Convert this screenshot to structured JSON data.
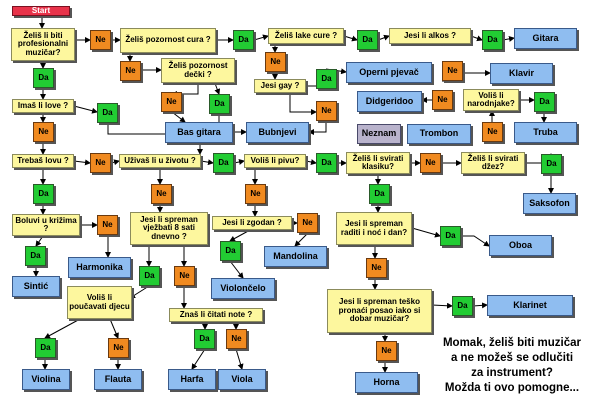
{
  "start": "Start",
  "q": {
    "profesionalni": "Želiš li biti profesionalni muzičar?",
    "pozornost_cura": "Želiš pozornost cura ?",
    "lake_cure": "Želiš lake cure ?",
    "alkos": "Jesi li alkos ?",
    "pozornost_decki": "Želiš pozornost dečki ?",
    "gay": "Jesi gay ?",
    "narodnjake": "Voliš li narodnjake?",
    "love": "Imaš li love ?",
    "lovu": "Trebaš lovu ?",
    "uzivas": "Uživaš li u životu ?",
    "pivu": "Voliš li pivu?",
    "klasiku": "Želiš li svirati klasiku?",
    "dzez": "Želiš li svirati džez?",
    "krizima": "Boluvi u križima ?",
    "vjezbati": "Jesi li spreman vježbati 8 sati dnevno ?",
    "zgodan": "Jesi li zgodan ?",
    "raditi": "Jesi li spreman raditi i noć i dan?",
    "poucavati": "Voliš li poučavati djecu",
    "note": "Znaš li čitati note ?",
    "tesko": "Jesi li spreman teško pronaći posao iako si dobar muzičar?"
  },
  "yes": "Da",
  "no": "Ne",
  "instruments": {
    "gitara": "Gitara",
    "klavir": "Klavir",
    "operni": "Operni pjevač",
    "didgeridoo": "Didgeridoo",
    "bas_gitara": "Bas gitara",
    "bubnjevi": "Bubnjevi",
    "neznam": "Neznam",
    "trombon": "Trombon",
    "truba": "Truba",
    "saksofon": "Saksofon",
    "harmonika": "Harmonika",
    "sintic": "Sintić",
    "mandolina": "Mandolina",
    "violoncelo": "Violončelo",
    "oboa": "Oboa",
    "klarinet": "Klarinet",
    "violina": "Violina",
    "flauta": "Flauta",
    "harfa": "Harfa",
    "viola": "Viola",
    "horna": "Horna"
  },
  "caption": [
    "Momak, želiš biti muzičar",
    "a ne možeš se odlučiti",
    "za instrument?",
    "Možda ti ovo pomogne..."
  ]
}
